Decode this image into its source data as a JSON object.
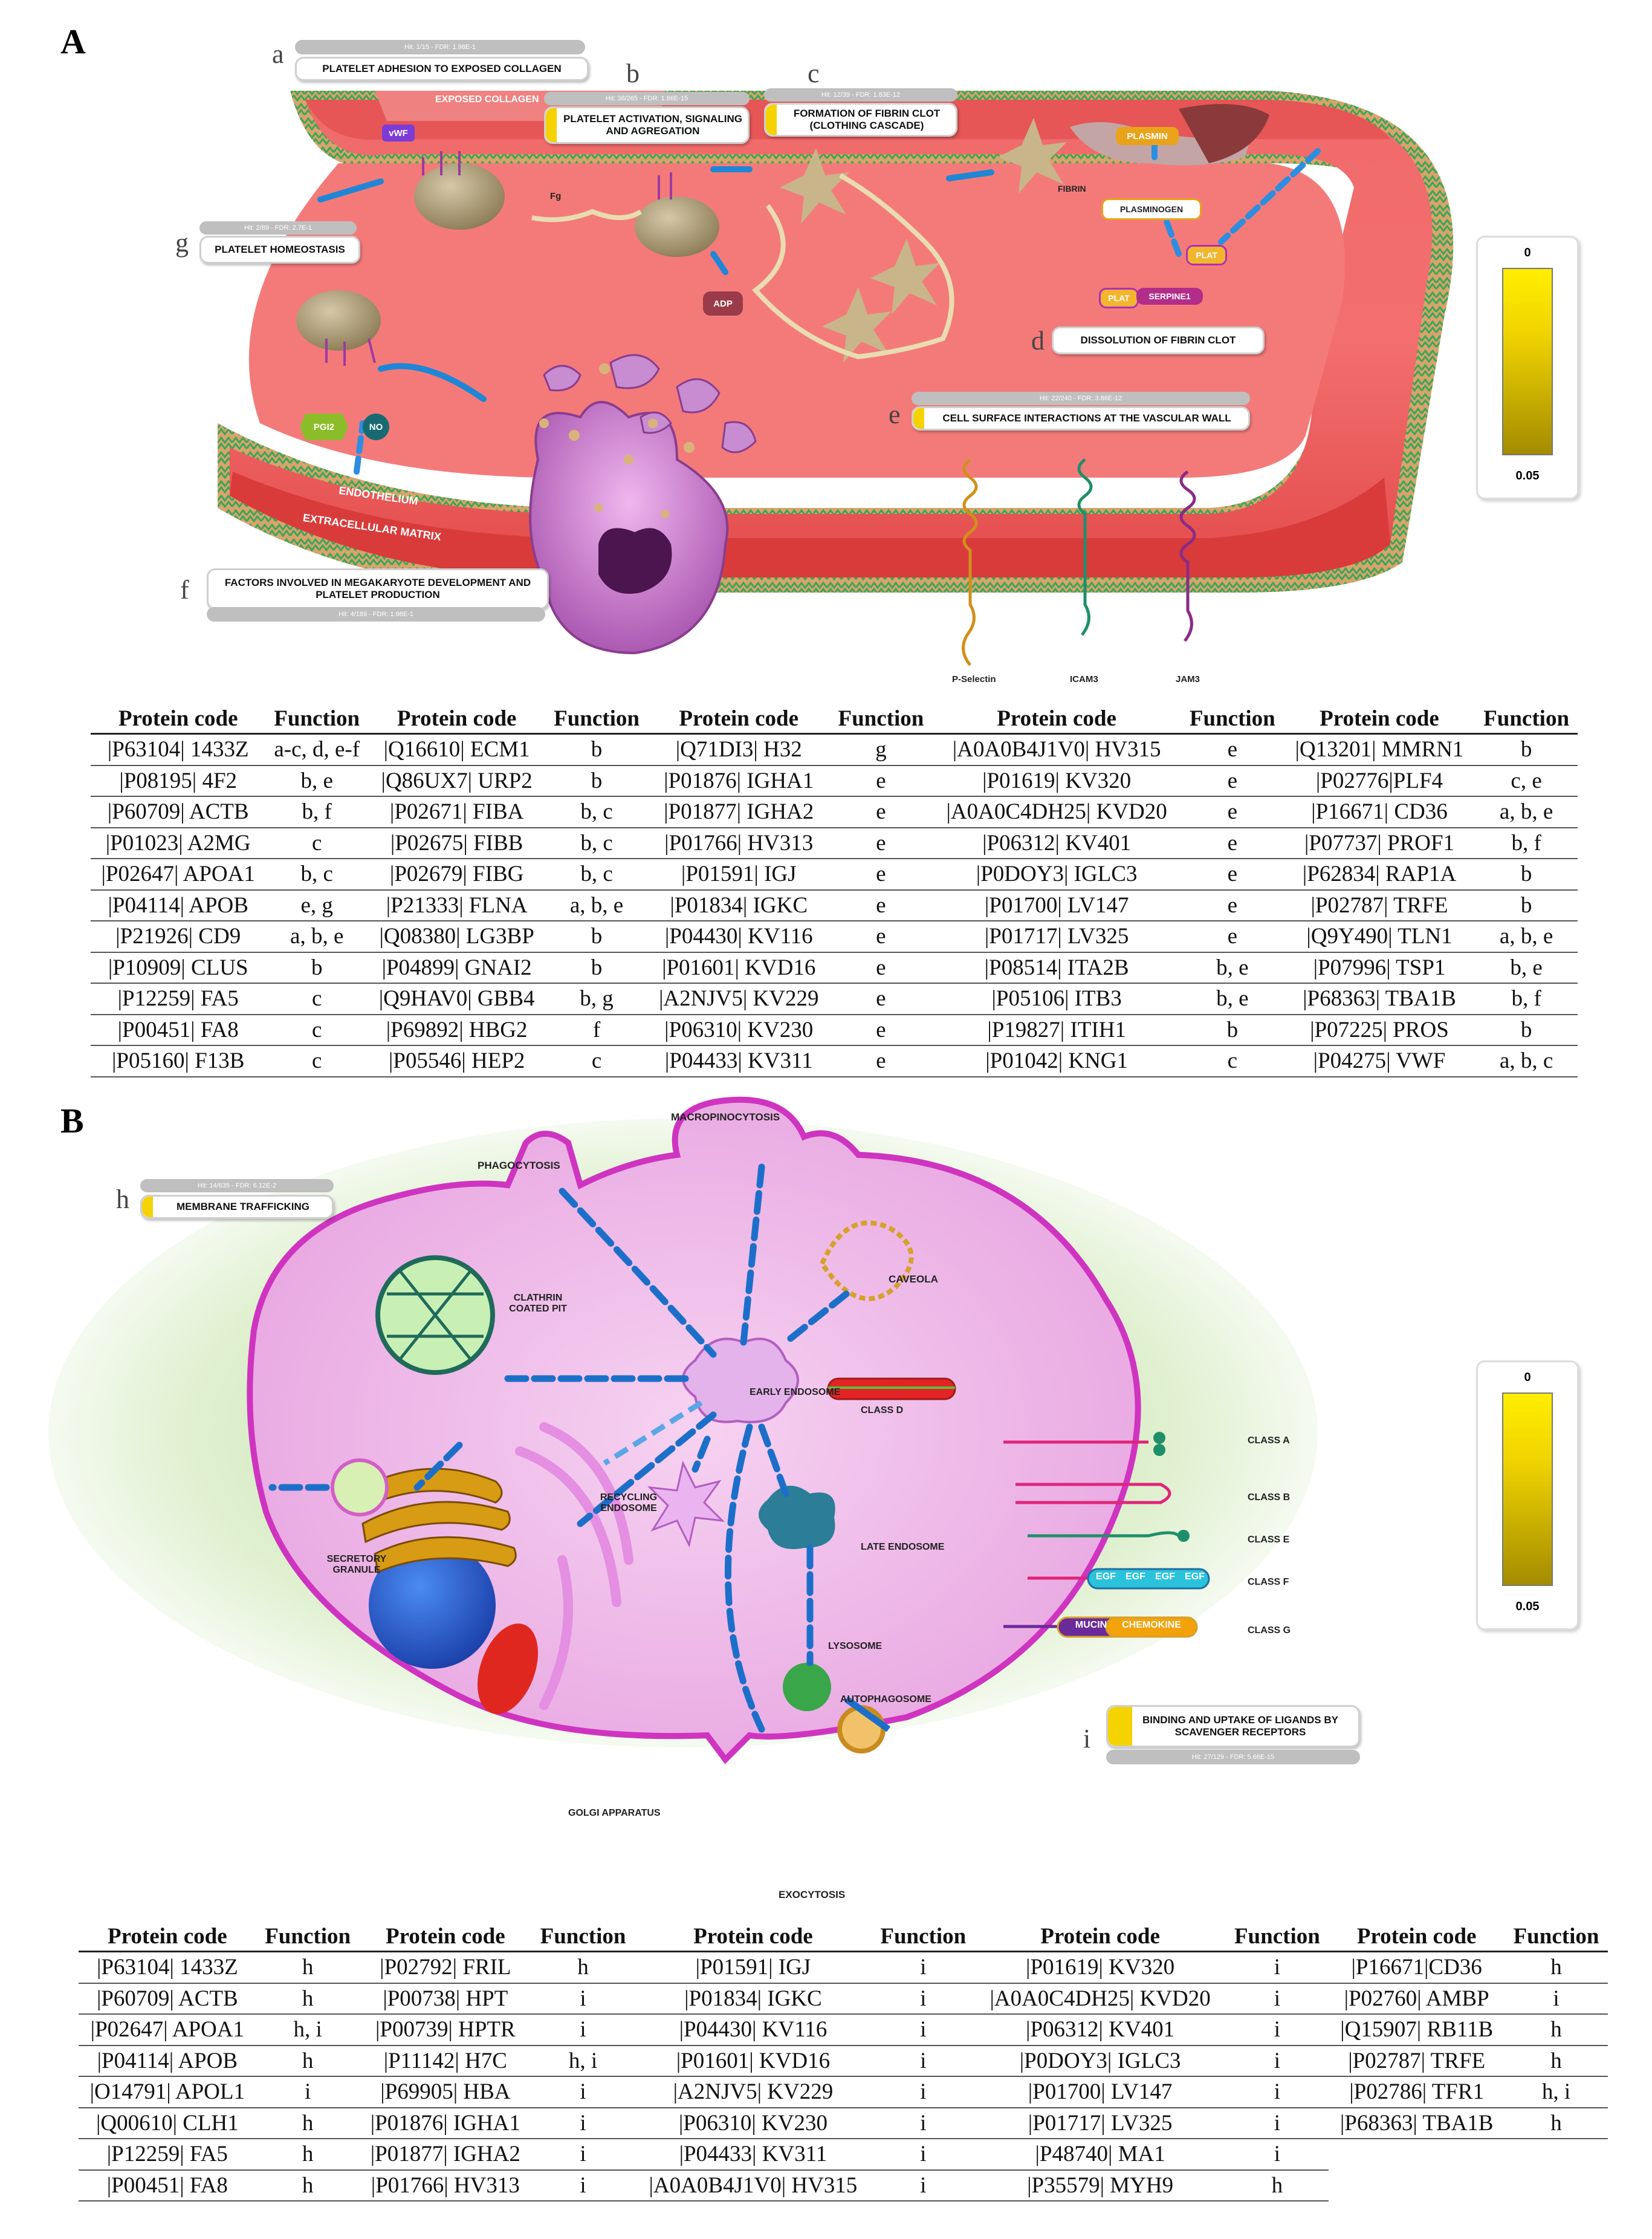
{
  "panelA": {
    "letter": "A",
    "labels": {
      "exposed_collagen": "EXPOSED COLLAGEN",
      "vwf": "vWF",
      "fg": "Fg",
      "adp": "ADP",
      "fibrin": "FIBRIN",
      "plasmin": "PLASMIN",
      "plasminogen": "PLASMINOGEN",
      "plat1": "PLAT",
      "plat2": "PLAT",
      "serpine1": "SERPINE1",
      "pgi2": "PGI2",
      "no": "NO",
      "endothelium": "ENDOTHELIUM",
      "ecm": "EXTRACELLULAR MATRIX",
      "p_selectin": "P-Selectin",
      "icam3": "ICAM3",
      "jam3": "JAM3"
    },
    "pathways": [
      {
        "letter": "a",
        "title": "PLATELET ADHESION TO EXPOSED COLLAGEN",
        "hit": "Hit: 1/15 - FDR: 1.98E-1"
      },
      {
        "letter": "b",
        "title": "PLATELET ACTIVATION, SIGNALING AND AGREGATION",
        "hit": "Hit: 38/265 - FDR: 1.66E-15"
      },
      {
        "letter": "c",
        "title": "FORMATION OF FIBRIN CLOT (CLOTHING CASCADE)",
        "hit": "Hit: 12/39 - FDR: 1.83E-12"
      },
      {
        "letter": "d",
        "title": "DISSOLUTION OF FIBRIN CLOT",
        "hit": ""
      },
      {
        "letter": "e",
        "title": "CELL SURFACE INTERACTIONS AT THE VASCULAR WALL",
        "hit": "Hit: 22/240 - FDR: 3.86E-12"
      },
      {
        "letter": "f",
        "title": "FACTORS INVOLVED IN MEGAKARYOTE DEVELOPMENT AND PLATELET PRODUCTION",
        "hit": "Hit: 4/189 - FDR: 1.98E-1"
      },
      {
        "letter": "g",
        "title": "PLATELET HOMEOSTASIS",
        "hit": "Hit: 2/89 - FDR: 2.7E-1"
      }
    ],
    "legend": {
      "top": "0",
      "bottom": "0.05"
    },
    "table": {
      "headers": [
        "Protein code",
        "Function",
        "Protein code",
        "Function",
        "Protein code",
        "Function",
        "Protein code",
        "Function",
        "Protein code",
        "Function"
      ],
      "rows": [
        [
          "|P63104| 1433Z",
          "a-c, d, e-f",
          "|Q16610| ECM1",
          "b",
          "|Q71DI3| H32",
          "g",
          "|A0A0B4J1V0| HV315",
          "e",
          "|Q13201| MMRN1",
          "b"
        ],
        [
          "|P08195| 4F2",
          "b, e",
          "|Q86UX7| URP2",
          "b",
          "|P01876| IGHA1",
          "e",
          "|P01619| KV320",
          "e",
          "|P02776|PLF4",
          "c, e"
        ],
        [
          "|P60709| ACTB",
          "b, f",
          "|P02671| FIBA",
          "b, c",
          "|P01877| IGHA2",
          "e",
          "|A0A0C4DH25| KVD20",
          "e",
          "|P16671| CD36",
          "a, b, e"
        ],
        [
          "|P01023| A2MG",
          "c",
          "|P02675| FIBB",
          "b, c",
          "|P01766| HV313",
          "e",
          "|P06312| KV401",
          "e",
          "|P07737| PROF1",
          "b, f"
        ],
        [
          "|P02647| APOA1",
          "b, c",
          "|P02679| FIBG",
          "b, c",
          "|P01591| IGJ",
          "e",
          "|P0DOY3| IGLC3",
          "e",
          "|P62834| RAP1A",
          "b"
        ],
        [
          "|P04114| APOB",
          "e, g",
          "|P21333| FLNA",
          "a, b, e",
          "|P01834| IGKC",
          "e",
          "|P01700| LV147",
          "e",
          "|P02787| TRFE",
          "b"
        ],
        [
          "|P21926| CD9",
          "a, b, e",
          "|Q08380| LG3BP",
          "b",
          "|P04430| KV116",
          "e",
          "|P01717| LV325",
          "e",
          "|Q9Y490| TLN1",
          "a, b, e"
        ],
        [
          "|P10909| CLUS",
          "b",
          "|P04899| GNAI2",
          "b",
          "|P01601| KVD16",
          "e",
          "|P08514| ITA2B",
          "b, e",
          "|P07996| TSP1",
          "b, e"
        ],
        [
          "|P12259| FA5",
          "c",
          "|Q9HAV0| GBB4",
          "b, g",
          "|A2NJV5| KV229",
          "e",
          "|P05106| ITB3",
          "b, e",
          "|P68363| TBA1B",
          "b, f"
        ],
        [
          "|P00451| FA8",
          "c",
          "|P69892| HBG2",
          "f",
          "|P06310| KV230",
          "e",
          "|P19827| ITIH1",
          "b",
          "|P07225| PROS",
          "b"
        ],
        [
          "|P05160| F13B",
          "c",
          "|P05546| HEP2",
          "c",
          "|P04433| KV311",
          "e",
          "|P01042| KNG1",
          "c",
          "|P04275| VWF",
          "a, b, c"
        ]
      ]
    }
  },
  "panelB": {
    "letter": "B",
    "labels": {
      "macropinocytosis": "MACROPINOCYTOSIS",
      "phagocytosis": "PHAGOCYTOSIS",
      "clathrin": "CLATHRIN COATED PIT",
      "caveola": "CAVEOLA",
      "early_endosome": "EARLY ENDOSOME",
      "class_d": "CLASS D",
      "recycling_endosome": "RECYCLING ENDOSOME",
      "late_endosome": "LATE ENDOSOME",
      "lysosome": "LYSOSOME",
      "autophagosome": "AUTOPHAGOSOME",
      "secretory_granule": "SECRETORY GRANULE",
      "golgi": "GOLGI APPARATUS",
      "exocytosis": "EXOCYTOSIS",
      "class_a": "CLASS A",
      "class_b": "CLASS B",
      "class_e": "CLASS E",
      "class_f": "CLASS F",
      "class_g": "CLASS G",
      "egf": "EGF",
      "mucin": "MUCIN",
      "chemokine": "CHEMOKINE"
    },
    "pathways": [
      {
        "letter": "h",
        "title": "MEMBRANE TRAFFICKING",
        "hit": "Hit: 14/635 - FDR: 6.12E-2"
      },
      {
        "letter": "i",
        "title": "BINDING AND UPTAKE OF LIGANDS BY SCAVENGER RECEPTORS",
        "hit": "Hit: 27/129 - FDR: 5.66E-15"
      }
    ],
    "legend": {
      "top": "0",
      "bottom": "0.05"
    },
    "table": {
      "headers": [
        "Protein code",
        "Function",
        "Protein code",
        "Function",
        "Protein code",
        "Function",
        "Protein code",
        "Function",
        "Protein code",
        "Function"
      ],
      "rows": [
        [
          "|P63104| 1433Z",
          "h",
          "|P02792| FRIL",
          "h",
          "|P01591| IGJ",
          "i",
          "|P01619| KV320",
          "i",
          "|P16671|CD36",
          "h"
        ],
        [
          "|P60709| ACTB",
          "h",
          "|P00738| HPT",
          "i",
          "|P01834| IGKC",
          "i",
          "|A0A0C4DH25| KVD20",
          "i",
          "|P02760| AMBP",
          "i"
        ],
        [
          "|P02647| APOA1",
          "h, i",
          "|P00739| HPTR",
          "i",
          "|P04430| KV116",
          "i",
          "|P06312| KV401",
          "i",
          "|Q15907| RB11B",
          "h"
        ],
        [
          "|P04114| APOB",
          "h",
          "|P11142| H7C",
          "h, i",
          "|P01601| KVD16",
          "i",
          "|P0DOY3| IGLC3",
          "i",
          "|P02787| TRFE",
          "h"
        ],
        [
          "|O14791| APOL1",
          "i",
          "|P69905| HBA",
          "i",
          "|A2NJV5| KV229",
          "i",
          "|P01700| LV147",
          "i",
          "|P02786| TFR1",
          "h, i"
        ],
        [
          "|Q00610| CLH1",
          "h",
          "|P01876| IGHA1",
          "i",
          "|P06310| KV230",
          "i",
          "|P01717| LV325",
          "i",
          "|P68363| TBA1B",
          "h"
        ],
        [
          "|P12259| FA5",
          "h",
          "|P01877| IGHA2",
          "i",
          "|P04433| KV311",
          "i",
          "|P48740| MA1",
          "i",
          "",
          ""
        ],
        [
          "|P00451| FA8",
          "h",
          "|P01766| HV313",
          "i",
          "|A0A0B4J1V0| HV315",
          "i",
          "|P35579| MYH9",
          "h",
          "",
          ""
        ]
      ]
    }
  }
}
